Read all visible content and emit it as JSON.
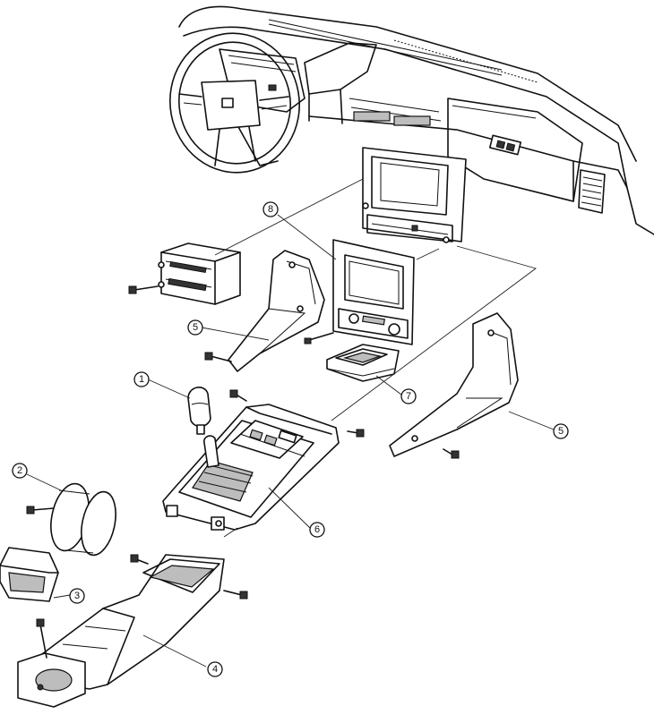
{
  "colors": {
    "line": "#111111",
    "background": "#ffffff",
    "shade": "#bdbdbd"
  },
  "callouts": [
    {
      "id": "c1",
      "label": "1"
    },
    {
      "id": "c2",
      "label": "2"
    },
    {
      "id": "c3",
      "label": "3"
    },
    {
      "id": "c4",
      "label": "4"
    },
    {
      "id": "c5a",
      "label": "5"
    },
    {
      "id": "c5b",
      "label": "5"
    },
    {
      "id": "c6",
      "label": "6"
    },
    {
      "id": "c7",
      "label": "7"
    },
    {
      "id": "c8",
      "label": "8"
    }
  ]
}
